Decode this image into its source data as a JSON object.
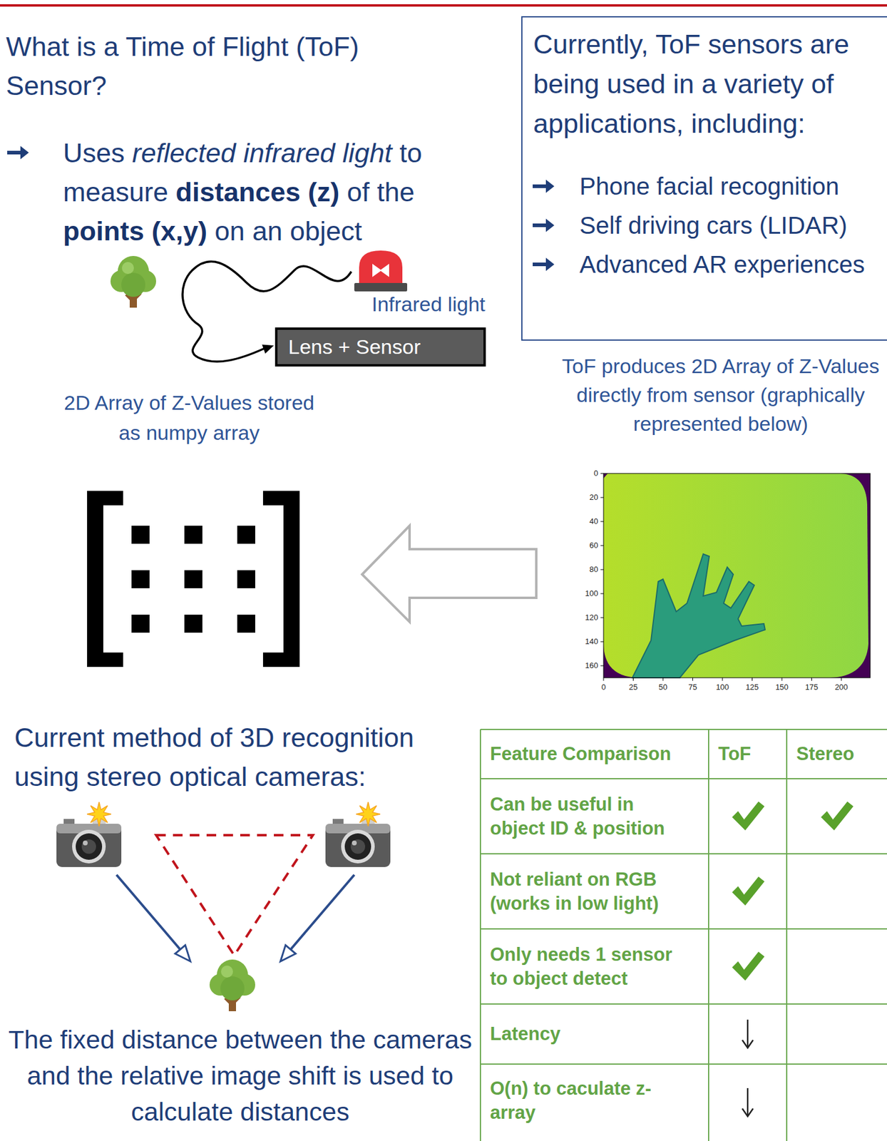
{
  "diagram": {
    "nodes": [
      {
        "text": [
          "Currently, ToF sensors are being used in a variety of applications, including:",
          "Phone facial recognition",
          "Self driving cars (LIDAR)",
          "Advanced AR experiences"
        ]
      },
      {
        "text": [
          "Lens + Sensor"
        ]
      }
    ],
    "labels": [
      "What is a Time of Flight (ToF) Sensor?",
      "Uses reflected infrared light to measure distances (z) of the points (x,y) on an object",
      "Infrared light",
      "2D Array of Z-Values stored as numpy array",
      "ToF produces 2D Array of Z-Values directly from sensor (graphically represented below)",
      "0",
      "20",
      "40",
      "60",
      "80",
      "100",
      "120",
      "140",
      "160",
      "0",
      "25",
      "50",
      "75",
      "100",
      "125",
      "150",
      "175",
      "200",
      "Current method of 3D recognition using stereo optical cameras:",
      "The fixed distance between the cameras and the relative image shift is used to calculate distances",
      "Feature Comparison",
      "ToF",
      "Stereo",
      "Can be useful in object ID & position",
      "Not reliant on RGB (works in low light)",
      "Only needs 1 sensor to object detect",
      "Latency",
      "O(n) to caculate z-array"
    ]
  }
}
